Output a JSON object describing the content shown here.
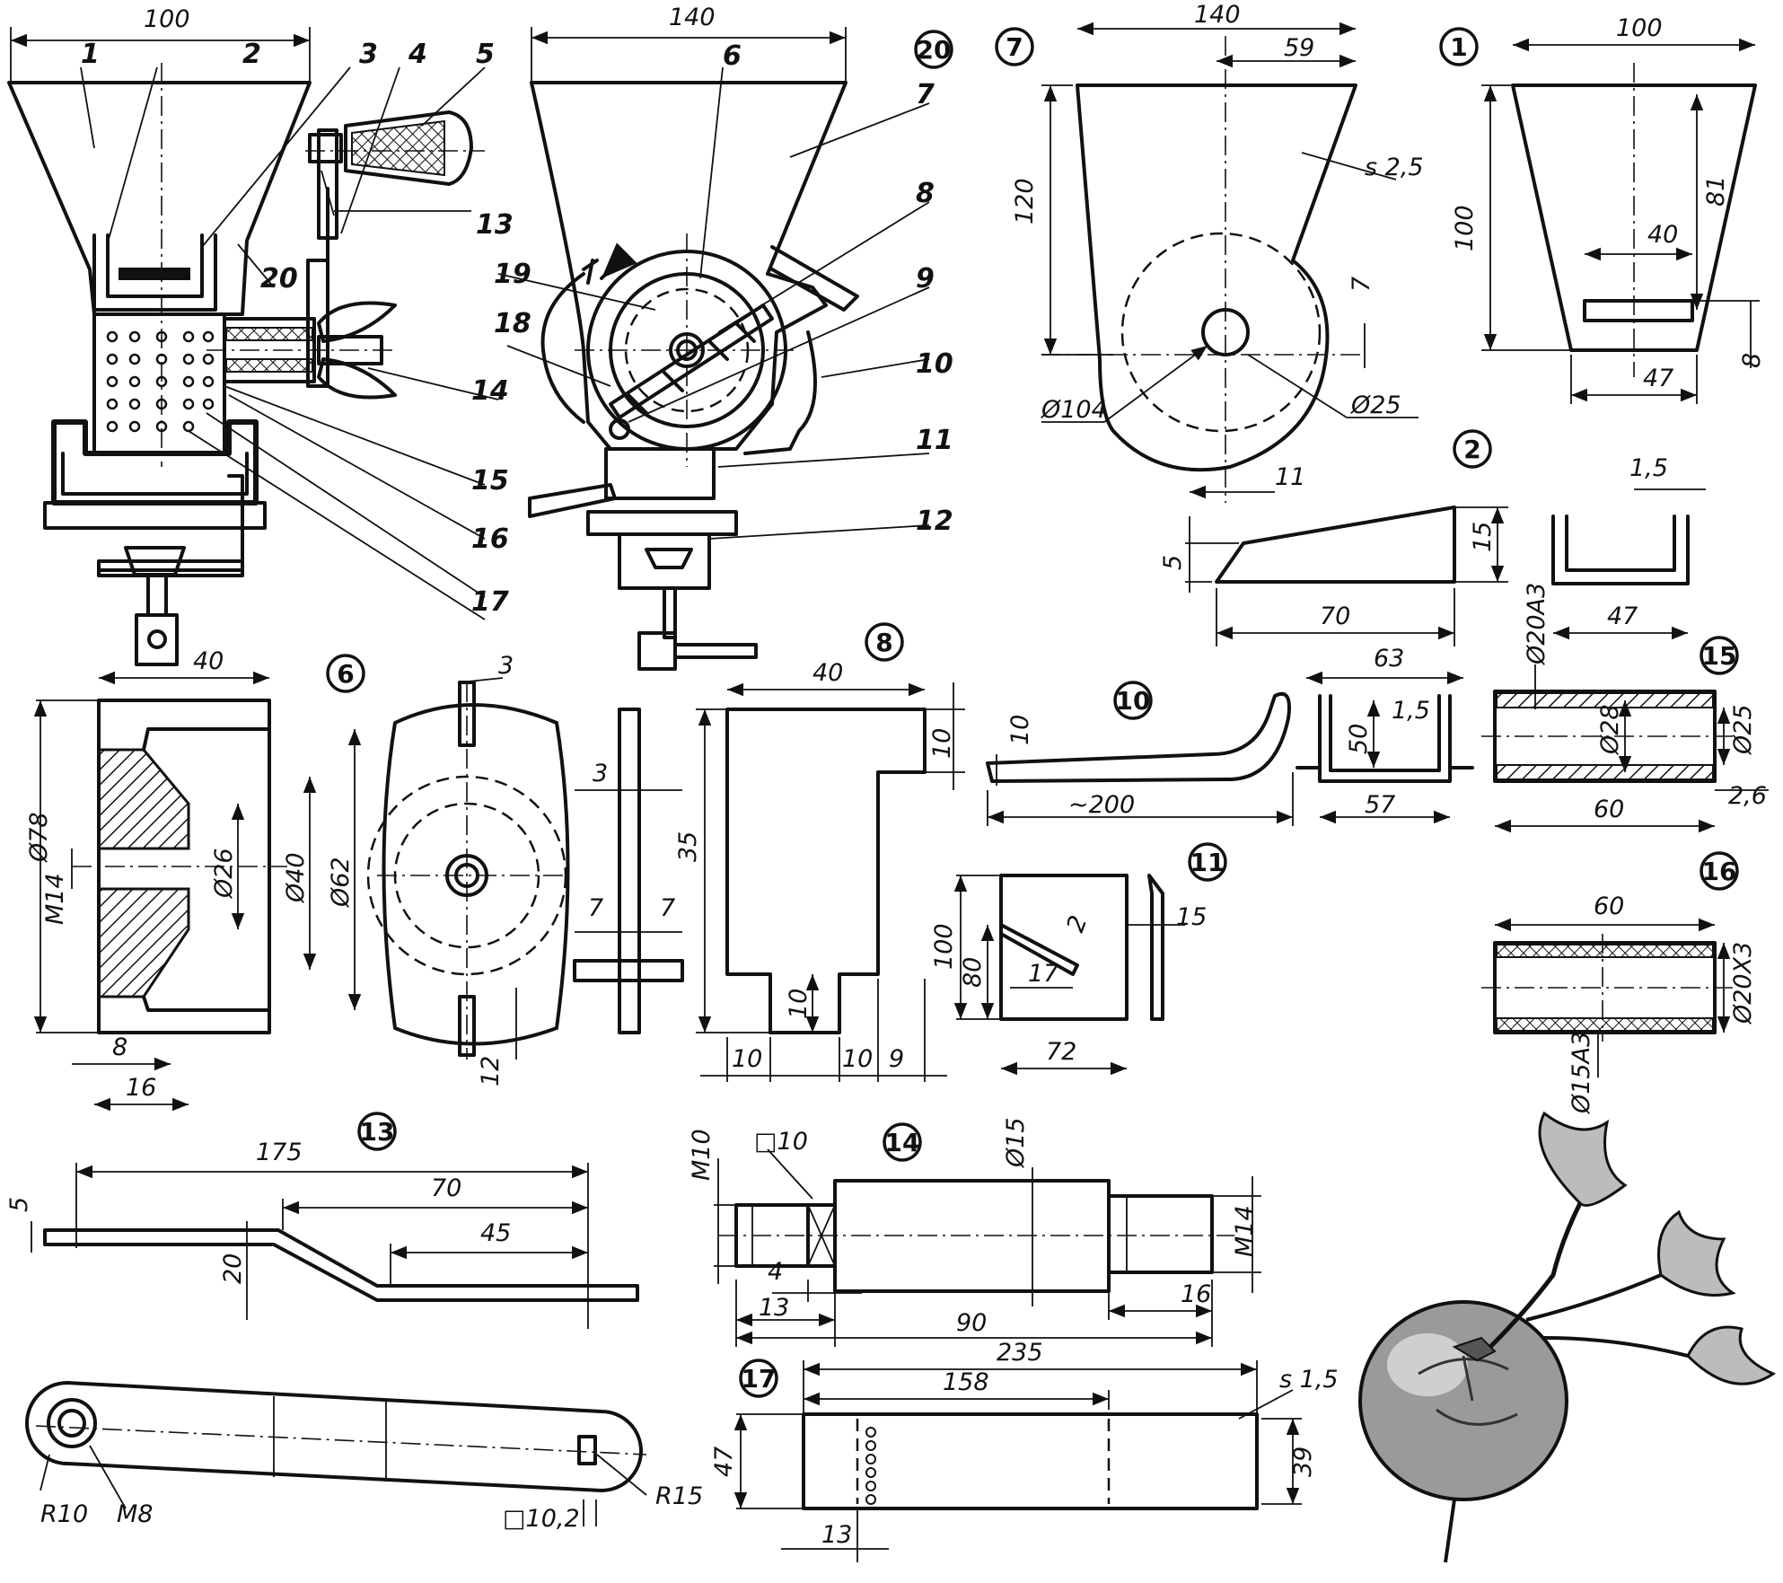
{
  "title": "",
  "callouts": [
    "1",
    "2",
    "3",
    "4",
    "5",
    "6",
    "7",
    "8",
    "9",
    "10",
    "11",
    "12",
    "13",
    "14",
    "15",
    "16",
    "17",
    "18",
    "19",
    "20"
  ],
  "part_ids": {
    "p20": "20",
    "p7": "7",
    "p1": "1",
    "p2": "2",
    "p6": "6",
    "p8": "8",
    "p10": "10",
    "p11": "11",
    "p13": "13",
    "p14": "14",
    "p15": "15",
    "p16": "16",
    "p17": "17"
  },
  "dims": {
    "asm_front_width": "100",
    "asm_side_width": "140",
    "p7_width": "140",
    "p7_r": "59",
    "p7_height": "120",
    "p7_s": "s 2,5",
    "p7_d104": "Ø104",
    "p7_d25": "Ø25",
    "p7_7": "7",
    "p7_11": "11",
    "p1_width": "100",
    "p1_height": "100",
    "p1_81": "81",
    "p1_40": "40",
    "p1_47": "47",
    "p1_8": "8",
    "p2_15": "15",
    "p2_5": "5",
    "p2_70": "70",
    "p2_1_5": "1,5",
    "p2_47": "47",
    "p6_40": "40",
    "p6_d78": "Ø78",
    "p6_m14": "M14",
    "p6_d26": "Ø26",
    "p6_d40": "Ø40",
    "p6_d62": "Ø62",
    "p6_8": "8",
    "p6_16": "16",
    "p6_3": "3",
    "p6_12": "12",
    "p8_40": "40",
    "p8_3": "3",
    "p8_10a": "10",
    "p8_35": "35",
    "p8_7a": "7",
    "p8_7b": "7",
    "p8_10b": "10",
    "p8_10c": "10",
    "p8_10d": "10",
    "p8_9": "9",
    "p10_10": "10",
    "p10_200": "~200",
    "p10_63": "63",
    "p10_50": "50",
    "p10_1_5": "1,5",
    "p10_57": "57",
    "p11_100": "100",
    "p11_80": "80",
    "p11_2": "2",
    "p11_17": "17",
    "p11_72": "72",
    "p11_15": "15",
    "p15_d20": "Ø20A3",
    "p15_d28": "Ø28",
    "p15_d25": "Ø25",
    "p15_60": "60",
    "p15_2_6": "2,6",
    "p16_60": "60",
    "p16_d20": "Ø20X3",
    "p16_d15": "Ø15A3",
    "p13_175": "175",
    "p13_70": "70",
    "p13_45": "45",
    "p13_5": "5",
    "p13_20": "20",
    "p13_r10": "R10",
    "p13_m8": "M8",
    "p13_sq": "□10,2",
    "p13_r15": "R15",
    "p14_m10": "M10",
    "p14_sq": "□10",
    "p14_d15": "Ø15",
    "p14_m14": "M14",
    "p14_4": "4",
    "p14_13": "13",
    "p14_90": "90",
    "p14_16": "16",
    "p17_235": "235",
    "p17_158": "158",
    "p17_s": "s 1,5",
    "p17_47": "47",
    "p17_39": "39",
    "p17_13": "13"
  }
}
